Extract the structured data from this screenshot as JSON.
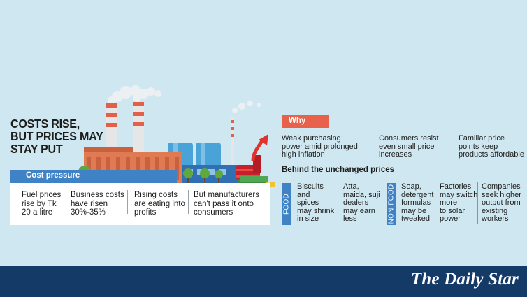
{
  "headline": [
    "COSTS RISE,",
    "BUT PRICES MAY",
    "STAY PUT"
  ],
  "cost_pressure": {
    "title": "Cost pressure",
    "items": [
      [
        "Fuel prices",
        "rise by Tk",
        "20 a litre"
      ],
      [
        "Business costs",
        "have risen",
        "30%-35%"
      ],
      [
        "Rising costs",
        "are eating into",
        "profits"
      ],
      [
        "But manufacturers",
        "can't pass it onto",
        "consumers"
      ]
    ]
  },
  "why": {
    "label": "Why",
    "items": [
      [
        "Weak purchasing",
        "power amid prolonged",
        "high inflation"
      ],
      [
        "Consumers resist",
        "even small price",
        "increases"
      ],
      [
        "Familiar price",
        "points keep",
        "products affordable"
      ]
    ]
  },
  "behind": {
    "title": "Behind the unchanged prices",
    "food_label": "FOOD",
    "nonfood_label": "NON-FOOD",
    "food_items": [
      [
        "Biscuits",
        "and",
        "spices",
        "may shrink",
        "in size"
      ],
      [
        "Atta,",
        "maida, suji",
        "dealers",
        "may earn",
        "less"
      ]
    ],
    "nonfood_items": [
      [
        "Soap,",
        "detergent",
        "formulas",
        "may be",
        "tweaked"
      ],
      [
        "Factories",
        "may switch",
        "more",
        "to solar",
        "power"
      ],
      [
        "Companies",
        "seek higher",
        "output from",
        "existing",
        "workers"
      ]
    ]
  },
  "footer": {
    "logo": "The Daily Star"
  },
  "colors": {
    "background": "#cfe7f1",
    "accent_blue": "#3f82c6",
    "why_red": "#e8614a",
    "footer_navy": "#143a68",
    "factory_brick": "#e07a52"
  }
}
